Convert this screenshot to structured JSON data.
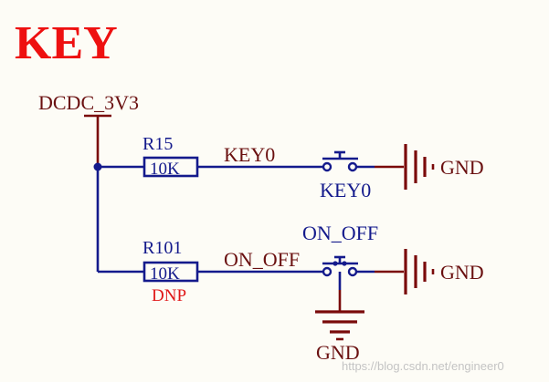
{
  "title": "KEY",
  "power_net": "DCDC_3V3",
  "row1": {
    "resistor_ref": "R15",
    "resistor_value": "10K",
    "net_label": "KEY0",
    "switch_label": "KEY0",
    "ground_label": "GND"
  },
  "row2": {
    "resistor_ref": "R101",
    "resistor_value": "10K",
    "resistor_note": "DNP",
    "net_label": "ON_OFF",
    "switch_label": "ON_OFF",
    "ground_label": "GND",
    "bottom_ground_label": "GND"
  },
  "watermark": "https://blog.csdn.net/engineer0",
  "colors": {
    "title": "#ee1010",
    "text_dark_red": "#6a1010",
    "text_blue": "#141a8c",
    "note_red": "#e01818",
    "wire_blue": "#141a8c",
    "wire_red": "#7a0a0a",
    "watermark": "#c4c4c4",
    "background": "#fdfcf6"
  }
}
